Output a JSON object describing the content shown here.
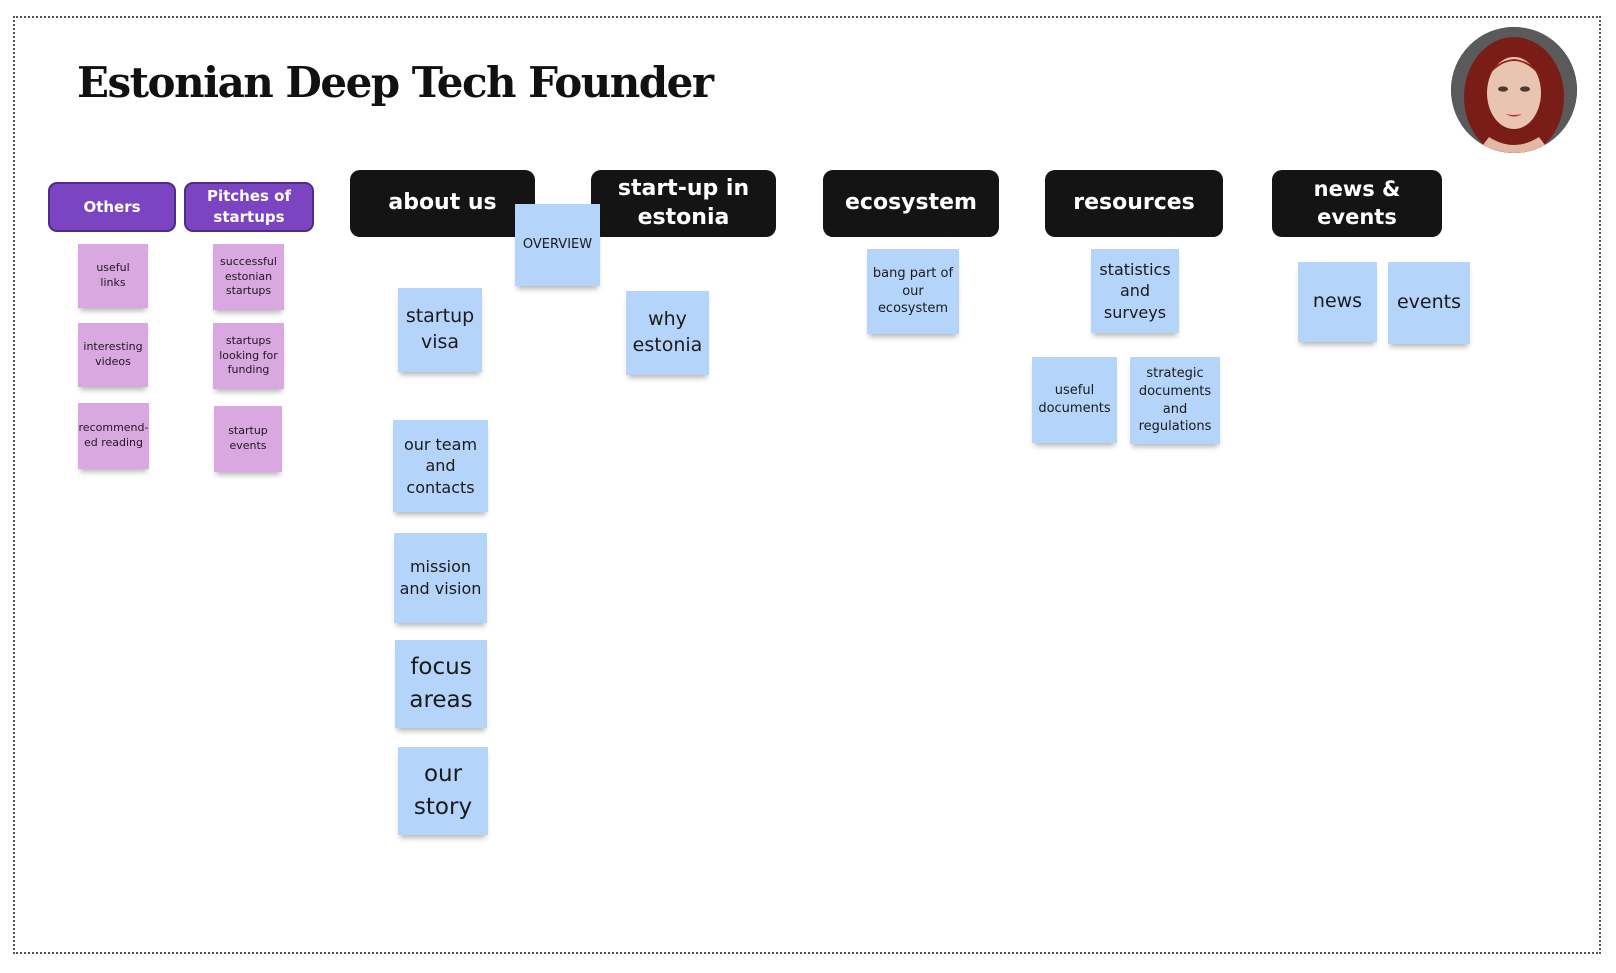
{
  "title": "Estonian Deep Tech Founder",
  "colors": {
    "header_bg": "#141414",
    "purple_header": "#7b44c1",
    "blue_note": "#b4d4f9",
    "pink_note": "#d9a8e0"
  },
  "avatar": {
    "icon": "portrait-photo-icon"
  },
  "purple_headers": {
    "others": "Others",
    "pitches": "Pitches of startups"
  },
  "headers": {
    "about_us": "about us",
    "startup_estonia": "start-up in estonia",
    "ecosystem": "ecosystem",
    "resources": "resources",
    "news_events": "news & events"
  },
  "notes": {
    "others": [
      "useful links",
      "interesting videos",
      "recommend-ed reading"
    ],
    "pitches": [
      "successful estonian startups",
      "startups looking for funding",
      "startup events"
    ],
    "overview": "OVERVIEW",
    "about_us": [
      "startup visa",
      "our team and contacts",
      "mission and vision",
      "focus areas",
      "our story"
    ],
    "startup_estonia": [
      "why estonia"
    ],
    "ecosystem": [
      "bang part of our ecosystem"
    ],
    "resources": [
      "statistics and surveys",
      "useful documents",
      "strategic documents and regulations"
    ],
    "news_events": [
      "news",
      "events"
    ]
  }
}
